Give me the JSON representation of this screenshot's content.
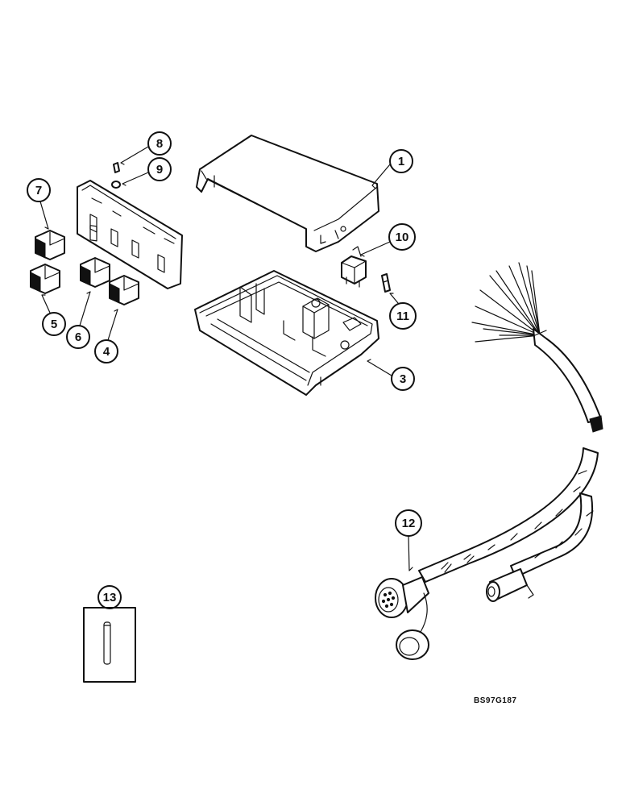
{
  "diagram": {
    "reference_code": "BS97G187",
    "callouts": [
      {
        "id": "callout-1",
        "label": "1"
      },
      {
        "id": "callout-3",
        "label": "3"
      },
      {
        "id": "callout-4",
        "label": "4"
      },
      {
        "id": "callout-5",
        "label": "5"
      },
      {
        "id": "callout-6",
        "label": "6"
      },
      {
        "id": "callout-7",
        "label": "7"
      },
      {
        "id": "callout-8",
        "label": "8"
      },
      {
        "id": "callout-9",
        "label": "9"
      },
      {
        "id": "callout-10",
        "label": "10"
      },
      {
        "id": "callout-11",
        "label": "11"
      },
      {
        "id": "callout-12",
        "label": "12"
      },
      {
        "id": "callout-13",
        "label": "13"
      }
    ]
  }
}
